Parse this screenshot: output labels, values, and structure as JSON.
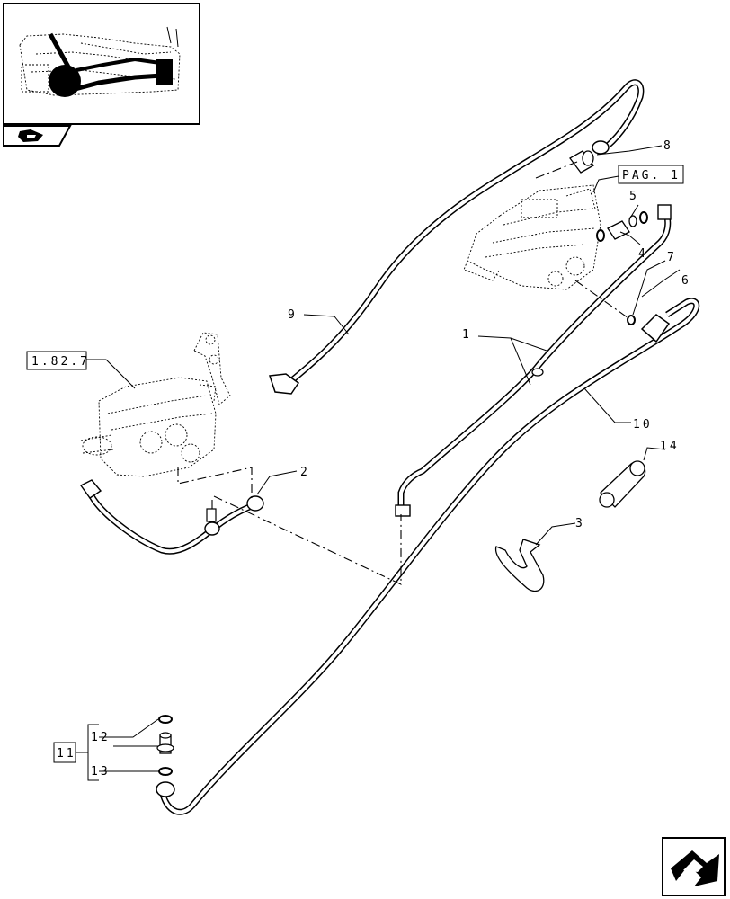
{
  "labels": {
    "l1": "1",
    "l2": "2",
    "l3": "3",
    "l4": "4",
    "l5": "5",
    "l6": "6",
    "l7": "7",
    "l8": "8",
    "l9": "9",
    "l10": "10",
    "l11": "11",
    "l12": "12",
    "l13": "13",
    "l14": "14"
  },
  "refs": {
    "left_unit": "1.82.7",
    "right_unit": "PAG. 1"
  },
  "icons": {
    "overview": "tractor-overview-thumbnail",
    "prev": "back-page-icon",
    "next": "next-page-icon"
  }
}
